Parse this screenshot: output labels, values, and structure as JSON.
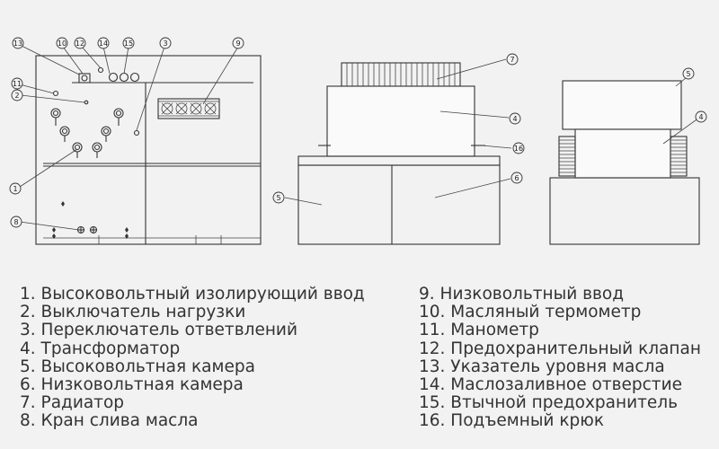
{
  "legend": {
    "left": [
      "1. Высоковольтный изолирующий ввод",
      "2. Выключатель нагрузки",
      "3. Переключатель ответвлений",
      "4. Трансформатор",
      "5. Высоковольтная камера",
      "6. Низковольтная камера",
      "7. Радиатор",
      "8. Кран слива масла"
    ],
    "right": [
      "9. Низковольтный ввод",
      "10. Масляный термометр",
      "11. Манометр",
      "12. Предохранительный клапан",
      "13. Указатель уровня масла",
      "14. Маслозаливное отверстие",
      "15. Втычной предохранитель",
      "16. Подъемный крюк"
    ]
  },
  "callouts": {
    "c1": "1",
    "c2": "2",
    "c3": "3",
    "c4a": "4",
    "c4b": "4",
    "c5a": "5",
    "c5b": "5",
    "c6": "6",
    "c7": "7",
    "c8": "8",
    "c9": "9",
    "c10": "10",
    "c11": "11",
    "c12": "12",
    "c13": "13",
    "c14": "14",
    "c15": "15",
    "c16": "16"
  }
}
